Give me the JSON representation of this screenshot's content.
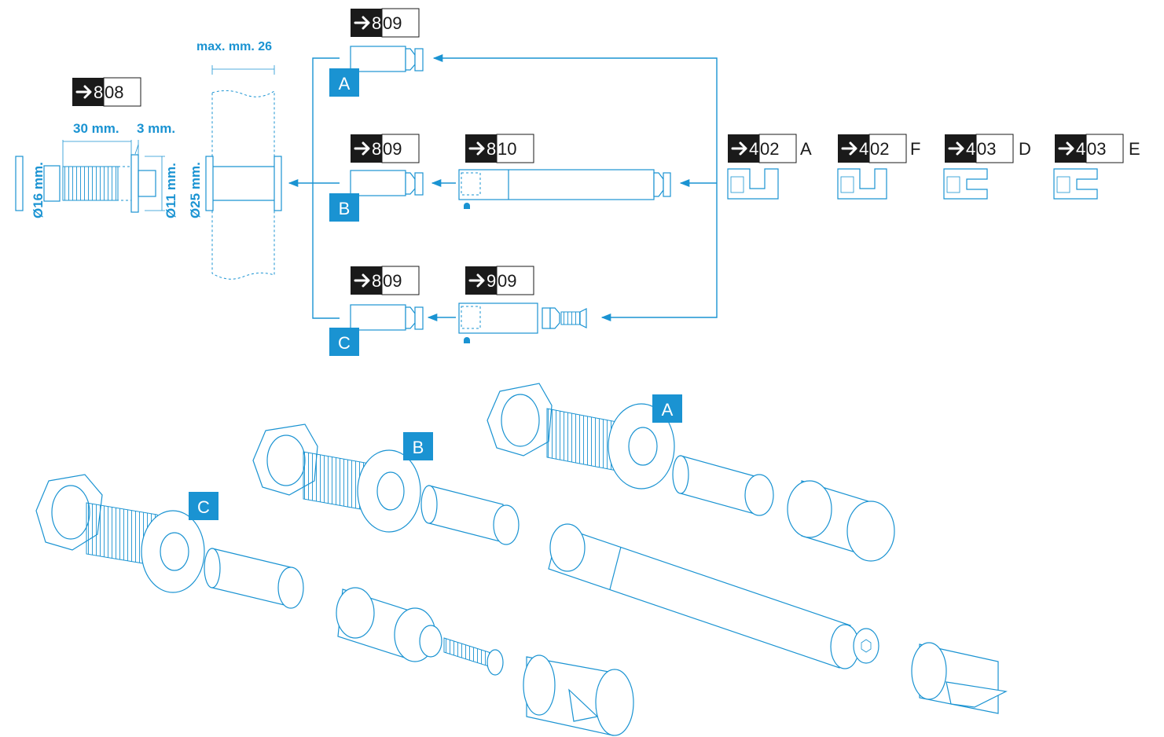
{
  "references": [
    {
      "id": "ref-808",
      "prefix": "8",
      "suffix": "08"
    },
    {
      "id": "ref-809-a",
      "prefix": "8",
      "suffix": "09"
    },
    {
      "id": "ref-809-b",
      "prefix": "8",
      "suffix": "09"
    },
    {
      "id": "ref-810",
      "prefix": "8",
      "suffix": "10"
    },
    {
      "id": "ref-809-c",
      "prefix": "8",
      "suffix": "09"
    },
    {
      "id": "ref-909",
      "prefix": "9",
      "suffix": "09"
    },
    {
      "id": "ref-402-a",
      "prefix": "4",
      "suffix": "02"
    },
    {
      "id": "ref-402-f",
      "prefix": "4",
      "suffix": "02"
    },
    {
      "id": "ref-403-d",
      "prefix": "4",
      "suffix": "03"
    },
    {
      "id": "ref-403-e",
      "prefix": "4",
      "suffix": "03"
    }
  ],
  "variant_letters": [
    "A",
    "F",
    "D",
    "E"
  ],
  "badges": [
    "A",
    "B",
    "C"
  ],
  "dimensions": {
    "max_thickness": "max. mm. 26",
    "length_30": "30 mm.",
    "length_3": "3 mm.",
    "dia_16": "Ø16 mm.",
    "dia_11": "Ø11 mm.",
    "dia_25": "Ø25 mm."
  },
  "colors": {
    "accent_blue": "#1a93d2",
    "ref_dark": "#1a1a1a",
    "background": "#ffffff"
  }
}
